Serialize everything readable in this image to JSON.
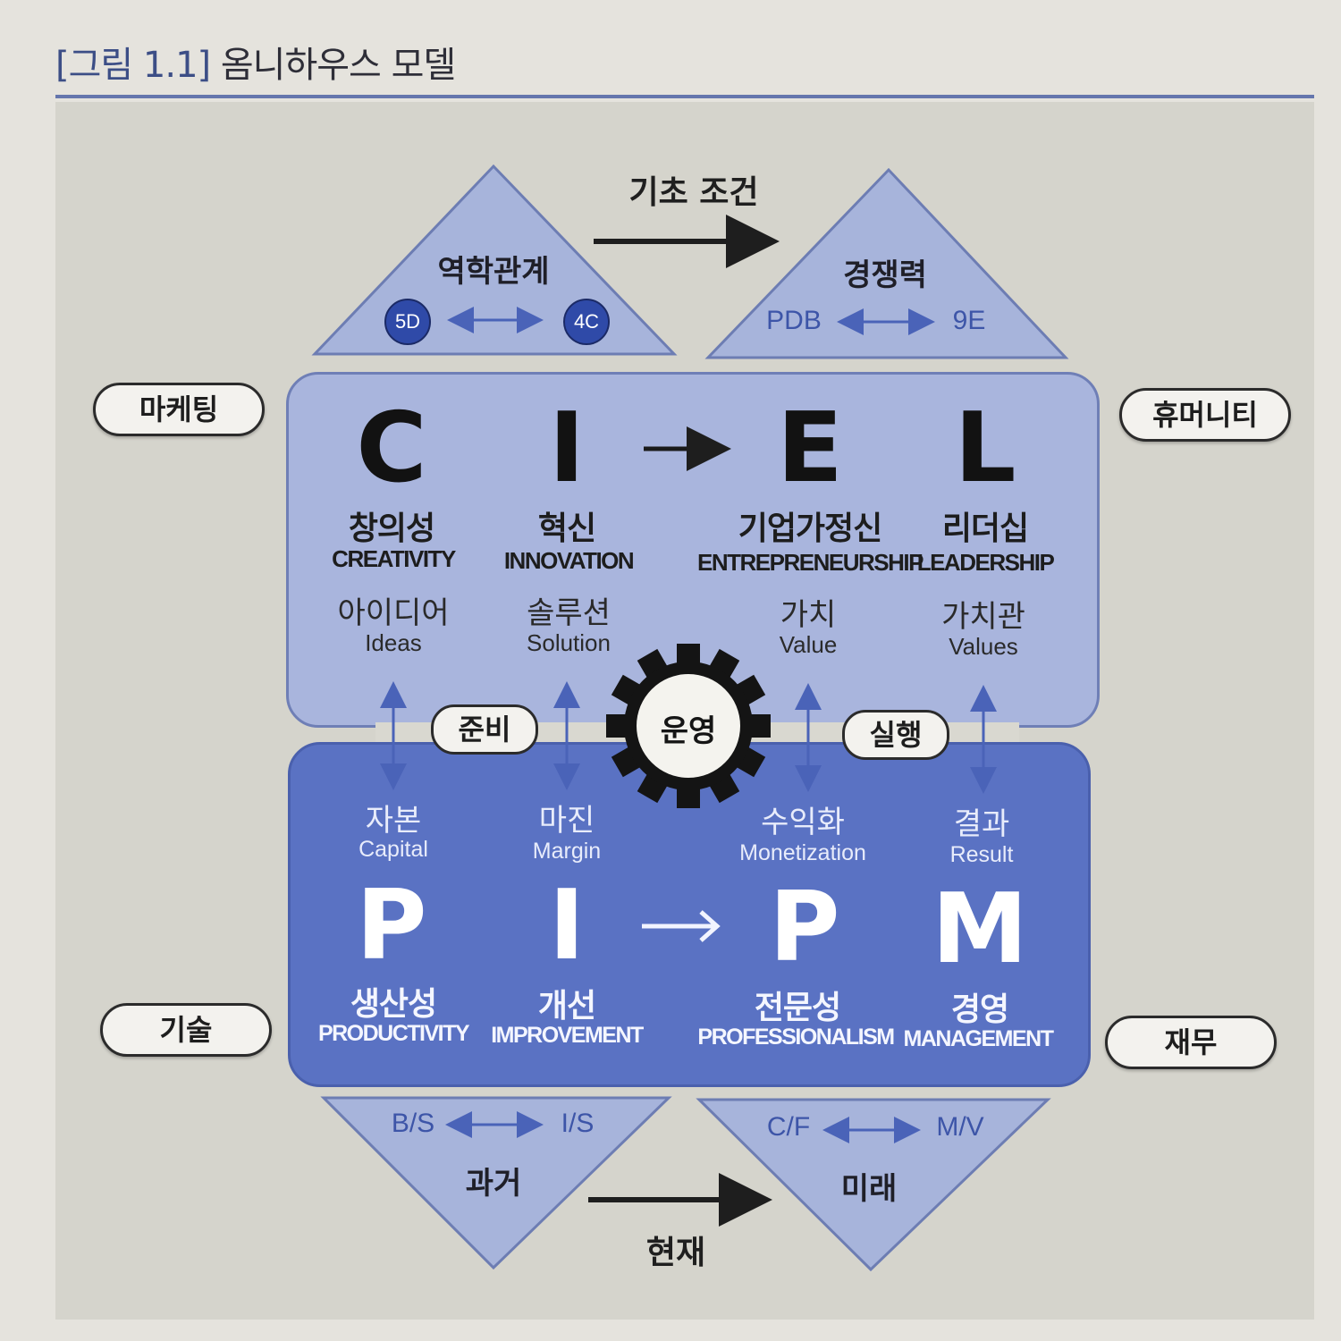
{
  "caption": {
    "prefix": "[그림 1.1]",
    "title": "옴니하우스 모델"
  },
  "top": {
    "caption": "기초 조건",
    "left_triangle": {
      "title": "역학관계",
      "left": "5D",
      "right": "4C"
    },
    "right_triangle": {
      "title": "경쟁력",
      "left": "PDB",
      "right": "9E"
    }
  },
  "bottom": {
    "caption": "현재",
    "left_triangle": {
      "title": "과거",
      "left": "B/S",
      "right": "I/S"
    },
    "right_triangle": {
      "title": "미래",
      "left": "C/F",
      "right": "M/V"
    }
  },
  "side_pills": {
    "top_left": "마케팅",
    "top_right": "휴머니티",
    "bottom_left": "기술",
    "bottom_right": "재무"
  },
  "middle": {
    "left": "준비",
    "center": "운영",
    "right": "실행"
  },
  "upper": {
    "items": [
      {
        "letter": "C",
        "ko": "창의성",
        "en": "CREATIVITY",
        "ko2": "아이디어",
        "en2": "Ideas"
      },
      {
        "letter": "I",
        "ko": "혁신",
        "en": "INNOVATION",
        "ko2": "솔루션",
        "en2": "Solution"
      },
      {
        "letter": "E",
        "ko": "기업가정신",
        "en": "ENTREPRENEURSHIP",
        "ko2": "가치",
        "en2": "Value"
      },
      {
        "letter": "L",
        "ko": "리더십",
        "en": "LEADERSHIP",
        "ko2": "가치관",
        "en2": "Values"
      }
    ]
  },
  "lower": {
    "items": [
      {
        "letter": "P",
        "ko": "생산성",
        "en": "PRODUCTIVITY",
        "ko2": "자본",
        "en2": "Capital"
      },
      {
        "letter": "I",
        "ko": "개선",
        "en": "IMPROVEMENT",
        "ko2": "마진",
        "en2": "Margin"
      },
      {
        "letter": "P",
        "ko": "전문성",
        "en": "PROFESSIONALISM",
        "ko2": "수익화",
        "en2": "Monetization"
      },
      {
        "letter": "M",
        "ko": "경영",
        "en": "MANAGEMENT",
        "ko2": "결과",
        "en2": "Result"
      }
    ]
  }
}
